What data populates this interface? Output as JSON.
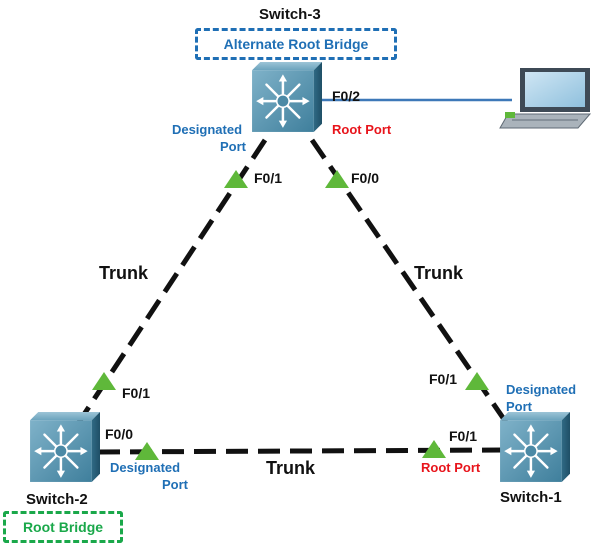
{
  "switches": {
    "top": {
      "name": "Switch-3",
      "badge": "Alternate Root Bridge"
    },
    "left": {
      "name": "Switch-2",
      "badge": "Root Bridge"
    },
    "right": {
      "name": "Switch-1"
    }
  },
  "ports": {
    "sw3_f02": "F0/2",
    "sw3_f01": "F0/1",
    "sw3_f00": "F0/0",
    "sw2_f01": "F0/1",
    "sw2_f00": "F0/0",
    "sw1_f01_left": "F0/1",
    "sw1_f01_right": "F0/1"
  },
  "roles": {
    "sw3_designated_line1": "Designated",
    "sw3_designated_line2": "Port",
    "sw3_root": "Root Port",
    "sw1_designated_line1": "Designated",
    "sw1_designated_line2": "Port",
    "sw1_root": "Root Port",
    "sw2_designated_line1": "Designated",
    "sw2_designated_line2": "Port"
  },
  "links": {
    "left": "Trunk",
    "right": "Trunk",
    "bottom": "Trunk"
  },
  "colors": {
    "designated": "#1f6fb5",
    "root_port": "#e8141b",
    "root_bridge": "#1aa84a",
    "alternate_root": "#1f6fb5",
    "port_marker": "#5fb83a",
    "switch_body": "#4a8aa6"
  },
  "icons": [
    "switch-icon",
    "laptop-icon",
    "port-state-triangle-icon"
  ]
}
